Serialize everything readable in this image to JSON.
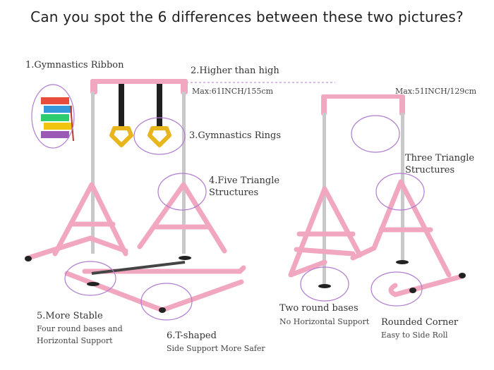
{
  "headline": "Can you spot the 6 differences between these two pictures?",
  "left": {
    "label_ribbon": "1.Gymnastics Ribbon",
    "label_higher": "2.Higher than high",
    "label_max": "Max:61INCH/155cm",
    "label_rings": "3.Gymnastics Rings",
    "label_triangle_1": "4.Five Triangle",
    "label_triangle_2": "Structures",
    "label_stable": "5.More Stable",
    "label_stable_sub_1": "Four round bases and",
    "label_stable_sub_2": "Horizontal Support",
    "label_tshaped": "6.T-shaped",
    "label_tshaped_sub": "Side Support More Safer"
  },
  "right": {
    "label_max": "Max:51INCH/129cm",
    "label_triangle_1": "Three Triangle",
    "label_triangle_2": "Structures",
    "label_bases_1": "Two round bases",
    "label_bases_2": "No Horizontal Support",
    "label_corner": "Rounded Corner",
    "label_corner_sub": "Easy to Side Roll"
  },
  "colors": {
    "frame_pink": "#f2a7c1",
    "frame_pink_dark": "#d88aa6",
    "circle_purple": "#b07ccf",
    "pole_silver": "#c9c9cc",
    "ring_yellow": "#e8b51c",
    "strap_black": "#1f1f1f"
  }
}
